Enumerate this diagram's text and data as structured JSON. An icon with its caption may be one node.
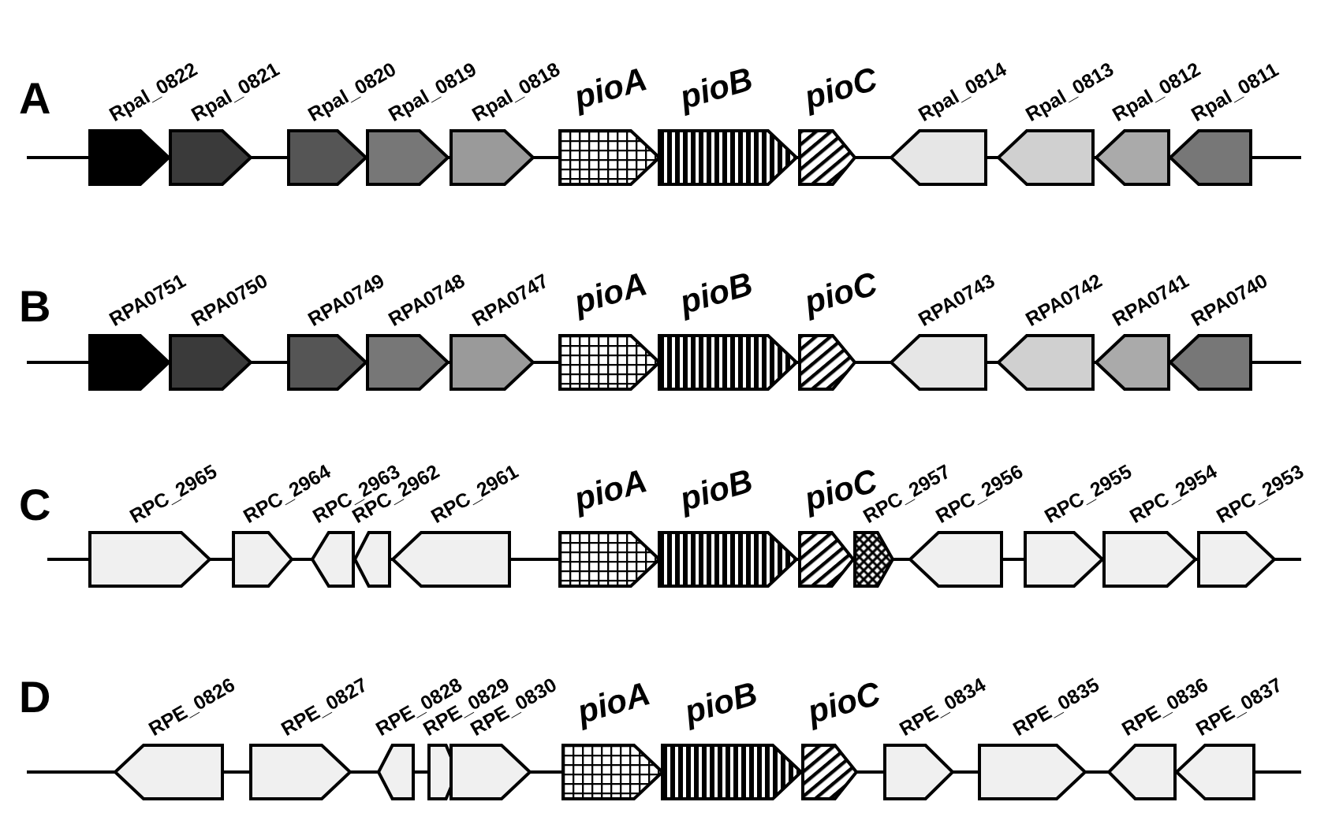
{
  "diagram": {
    "nodes": [
      {
        "text": [
          "Rpal_0822"
        ]
      },
      {
        "text": [
          "Rpal_0821"
        ]
      },
      {
        "text": [
          "Rpal_0820"
        ]
      },
      {
        "text": [
          "Rpal_0819"
        ]
      },
      {
        "text": [
          "Rpal_0818"
        ]
      },
      {
        "text": [
          "pioA"
        ]
      },
      {
        "text": [
          "pioB"
        ]
      },
      {
        "text": [
          "pioC"
        ]
      },
      {
        "text": [
          "Rpal_0814"
        ]
      },
      {
        "text": [
          "Rpal_0813"
        ]
      },
      {
        "text": [
          "Rpal_0812"
        ]
      },
      {
        "text": [
          "Rpal_0811"
        ]
      },
      {
        "text": [
          "RPA0751"
        ]
      },
      {
        "text": [
          "RPA0750"
        ]
      },
      {
        "text": [
          "RPA0749"
        ]
      },
      {
        "text": [
          "RPA0748"
        ]
      },
      {
        "text": [
          "RPA0747"
        ]
      },
      {
        "text": [
          "pioA"
        ]
      },
      {
        "text": [
          "pioB"
        ]
      },
      {
        "text": [
          "pioC"
        ]
      },
      {
        "text": [
          "RPA0743"
        ]
      },
      {
        "text": [
          "RPA0742"
        ]
      },
      {
        "text": [
          "RPA0741"
        ]
      },
      {
        "text": [
          "RPA0740"
        ]
      },
      {
        "text": [
          "RPC_2965"
        ]
      },
      {
        "text": [
          "RPC_2964"
        ]
      },
      {
        "text": [
          "RPC_2963"
        ]
      },
      {
        "text": [
          "RPC_2962"
        ]
      },
      {
        "text": [
          "RPC_2961"
        ]
      },
      {
        "text": [
          "pioA"
        ]
      },
      {
        "text": [
          "pioB"
        ]
      },
      {
        "text": [
          "pioC"
        ]
      },
      {
        "text": [
          "RPC_2957"
        ]
      },
      {
        "text": [
          "RPC_2956"
        ]
      },
      {
        "text": [
          "RPC_2955"
        ]
      },
      {
        "text": [
          "RPC_2954"
        ]
      },
      {
        "text": [
          "RPC_2953"
        ]
      },
      {
        "text": [
          "RPE_0826"
        ]
      },
      {
        "text": [
          "RPE_0827"
        ]
      },
      {
        "text": [
          "RPE_0828"
        ]
      },
      {
        "text": [
          "RPE_0829"
        ]
      },
      {
        "text": [
          "RPE_0830"
        ]
      },
      {
        "text": [
          "pioA"
        ]
      },
      {
        "text": [
          "pioB"
        ]
      },
      {
        "text": [
          "pioC"
        ]
      },
      {
        "text": [
          "RPE_0834"
        ]
      },
      {
        "text": [
          "RPE_0835"
        ]
      },
      {
        "text": [
          "RPE_0836"
        ]
      },
      {
        "text": [
          "RPE_0837"
        ]
      }
    ],
    "labels": [
      "A",
      "B",
      "C",
      "D"
    ]
  }
}
